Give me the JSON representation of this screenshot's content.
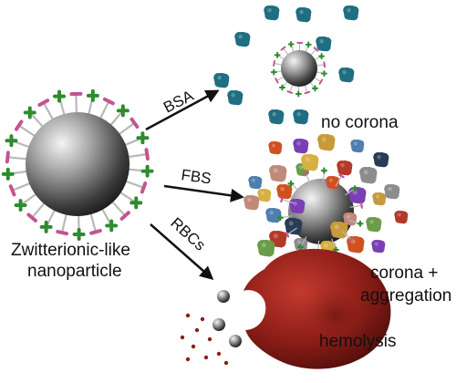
{
  "labels": {
    "main_particle_line1": "Zwitterionic-like",
    "main_particle_line2": "nanoparticle",
    "arrow_bsa": "BSA",
    "arrow_fbs": "FBS",
    "arrow_rbcs": "RBCs",
    "outcome_bsa": "no corona",
    "outcome_fbs_line1": "corona +",
    "outcome_fbs_line2": "aggregation",
    "outcome_rbcs": "hemolysis"
  },
  "colors": {
    "nanoparticle": "#6e6e6e",
    "positive_group": "#2e8b2e",
    "negative_group": "#c2558f",
    "bsa_protein": "#1f6e82",
    "red_blood_cell": "#8e1e18",
    "fbs_proteins": [
      "#d0501f",
      "#7a3fb5",
      "#c79a3b",
      "#4f7fb0",
      "#2a3b57",
      "#c08a7a",
      "#6b9c4a",
      "#b33a2b",
      "#8c8c8c",
      "#d6b042"
    ]
  }
}
